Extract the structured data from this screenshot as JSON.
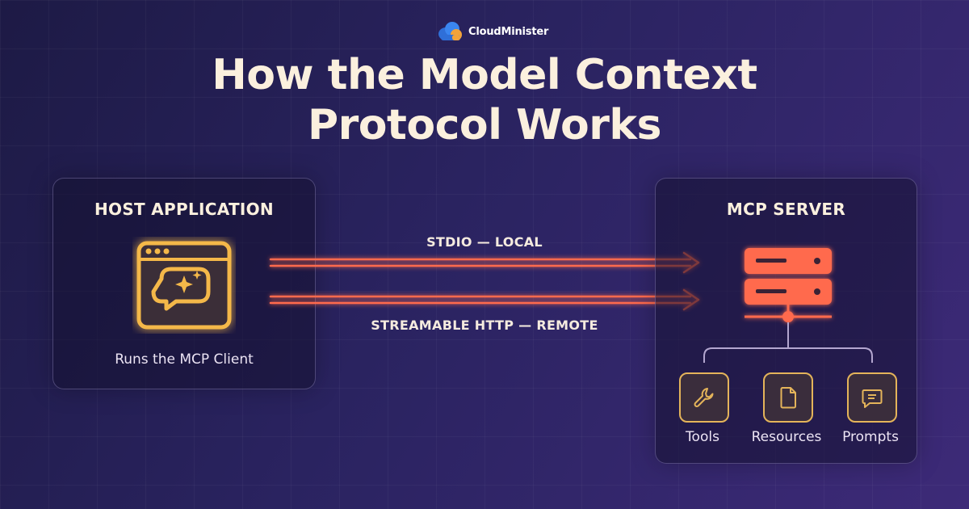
{
  "brand": {
    "name": "CloudMinister",
    "logo_icon": "cloud-logo-icon"
  },
  "headline": {
    "line1": "How the Model Context",
    "line2": "Protocol Works"
  },
  "host": {
    "title": "HOST APPLICATION",
    "caption": "Runs the MCP Client",
    "icon": "app-window-chat-icon"
  },
  "transports": [
    {
      "label": "STDIO — LOCAL"
    },
    {
      "label": "STREAMABLE HTTP — REMOTE"
    }
  ],
  "server": {
    "title": "MCP SERVER",
    "icon": "server-stack-icon",
    "features": [
      {
        "label": "Tools",
        "icon": "wrench-icon"
      },
      {
        "label": "Resources",
        "icon": "document-icon"
      },
      {
        "label": "Prompts",
        "icon": "chat-bubble-icon"
      }
    ]
  },
  "colors": {
    "background": "#2a2360",
    "headline": "#fbf0de",
    "accent_gold": "#f4b84a",
    "accent_coral": "#ff6a4d",
    "tile_border": "#e4b45a"
  }
}
